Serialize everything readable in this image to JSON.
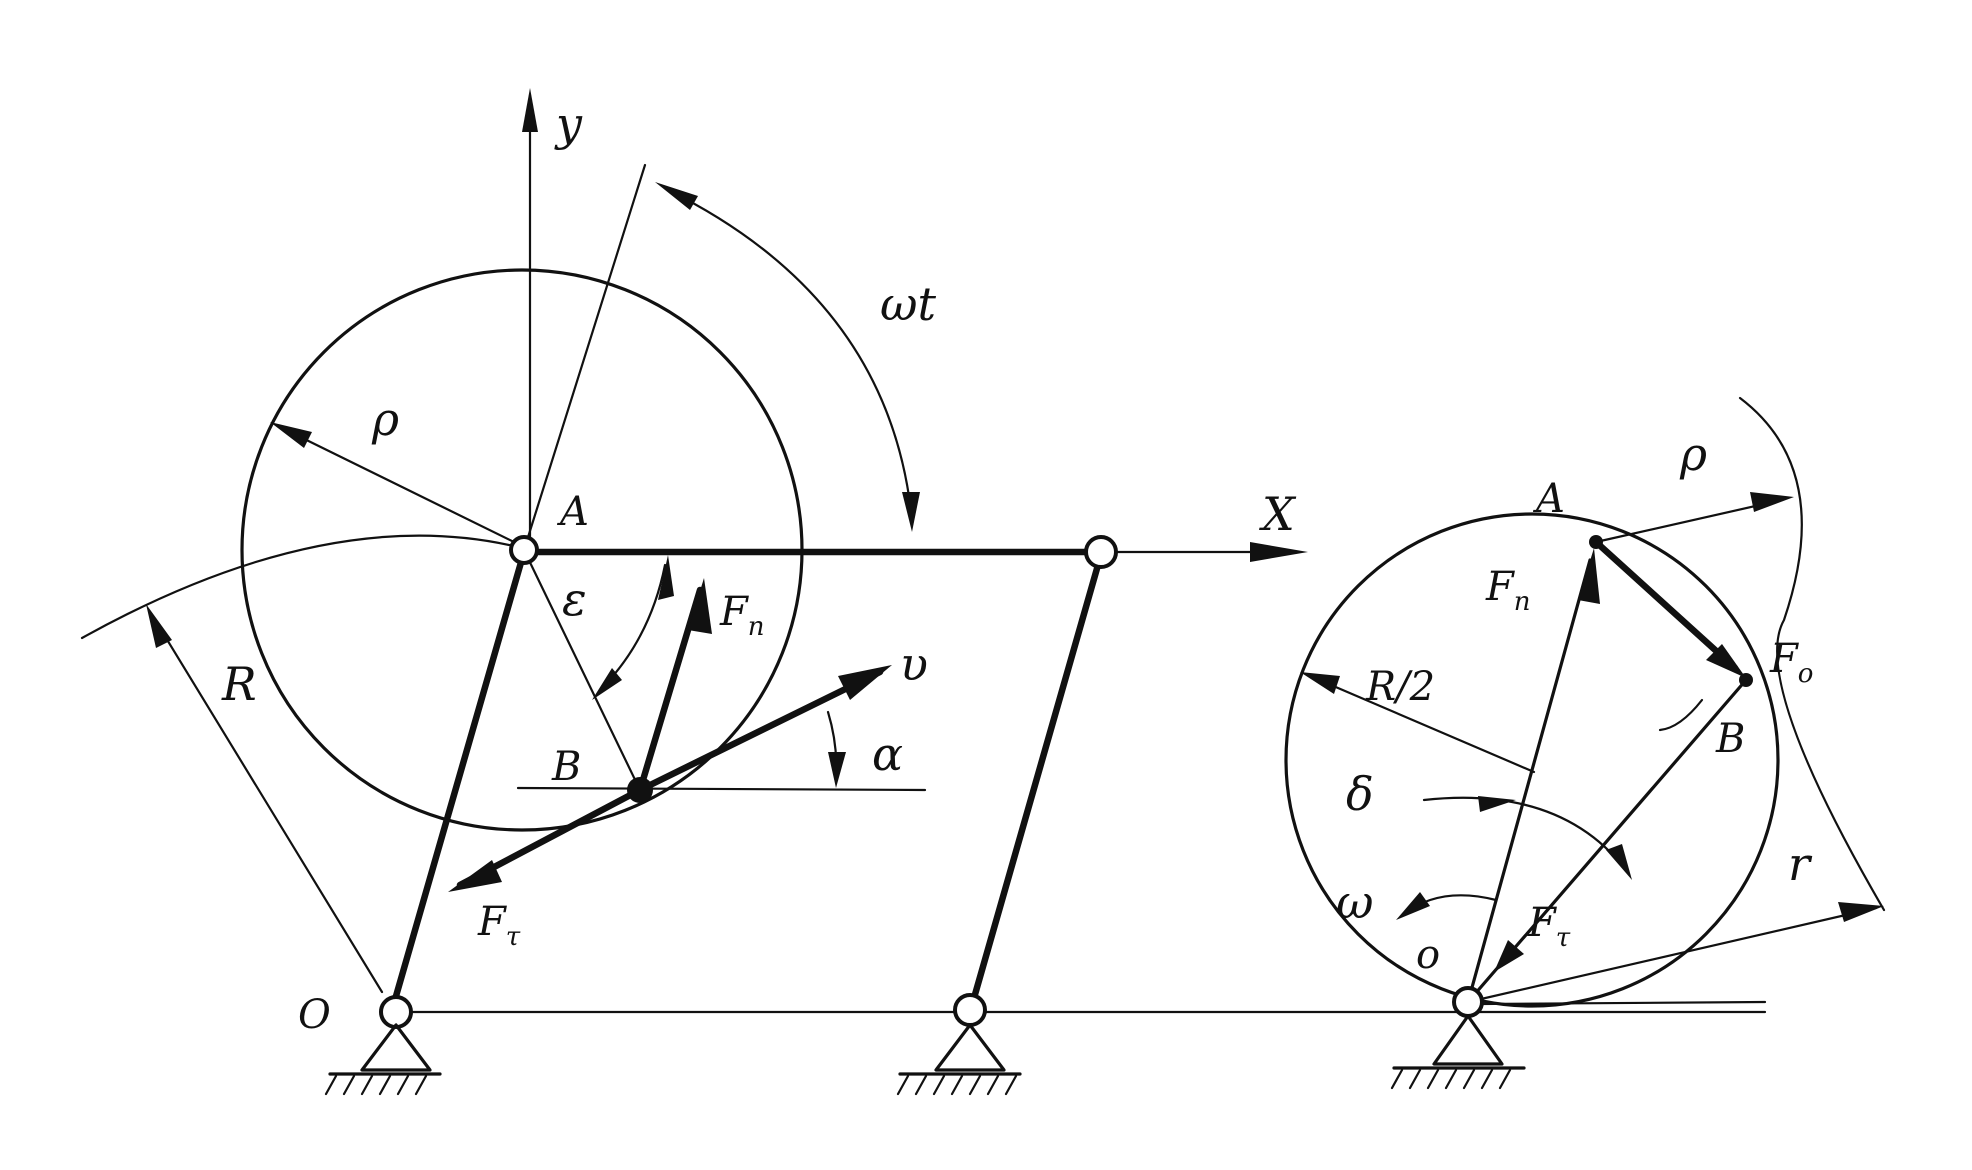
{
  "labels": {
    "y_axis": "y",
    "x_axis": "X",
    "A": "A",
    "B": "B",
    "O": "O",
    "rho": "ρ",
    "omega_t": "ωt",
    "epsilon": "ε",
    "F": "F",
    "sub_n": "n",
    "sub_tau": "τ",
    "sub_o": "o",
    "v": "υ",
    "alpha": "α",
    "R": "R",
    "right_A": "A",
    "right_B": "B",
    "right_O": "o",
    "right_rho": "ρ",
    "R_half": "R/2",
    "delta": "δ",
    "omega": "ω",
    "r": "r"
  },
  "colors": {
    "ink": "#111111",
    "paper": "#ffffff"
  }
}
